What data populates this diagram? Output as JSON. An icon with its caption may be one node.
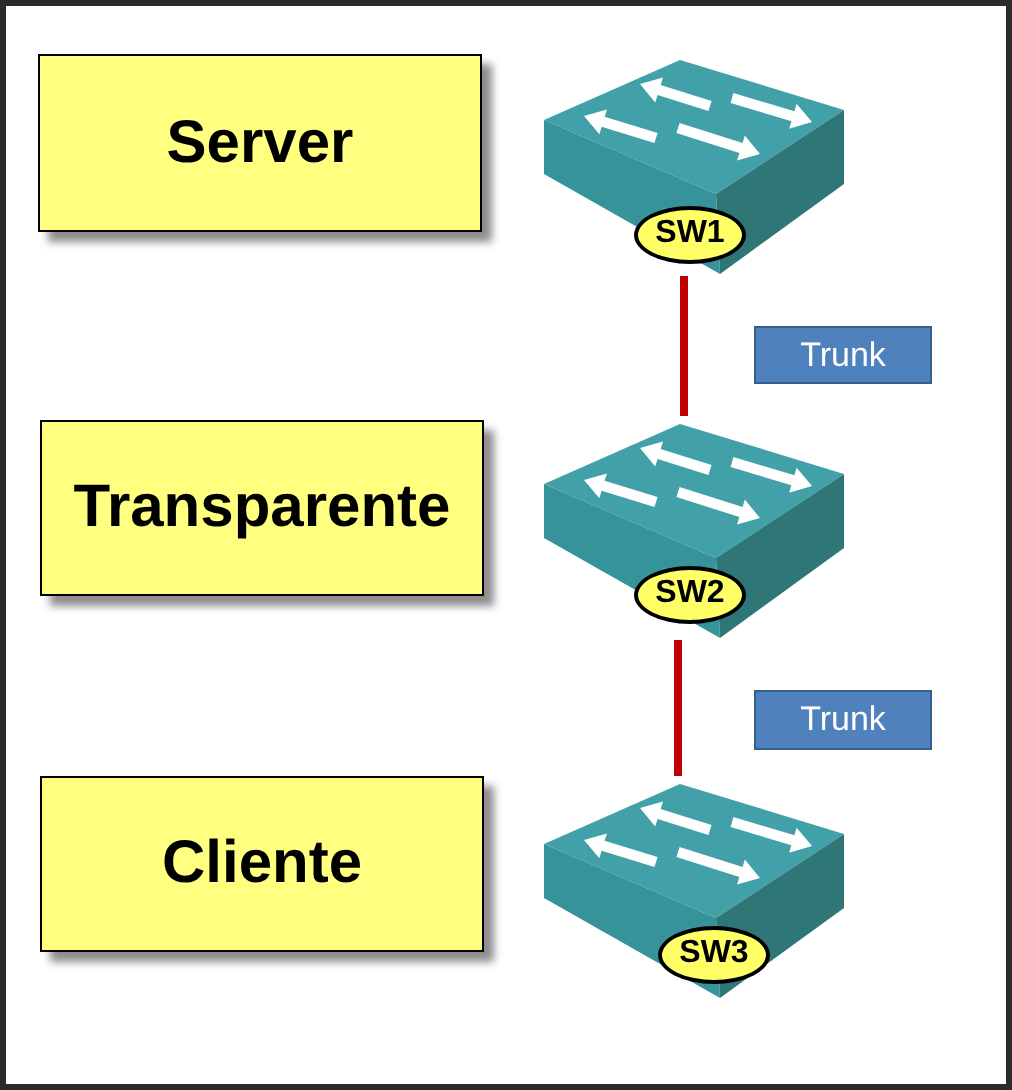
{
  "diagram": {
    "nodes": [
      {
        "text": [
          "Server"
        ]
      },
      {
        "text": [
          "SW1"
        ]
      },
      {
        "text": [
          "Transparente"
        ]
      },
      {
        "text": [
          "SW2"
        ]
      },
      {
        "text": [
          "Cliente"
        ]
      },
      {
        "text": [
          "SW3"
        ]
      }
    ],
    "edges": [
      {
        "from": 1,
        "to": 3,
        "arrow": "none",
        "label": "Trunk"
      },
      {
        "from": 3,
        "to": 5,
        "arrow": "none",
        "label": "Trunk"
      }
    ]
  }
}
